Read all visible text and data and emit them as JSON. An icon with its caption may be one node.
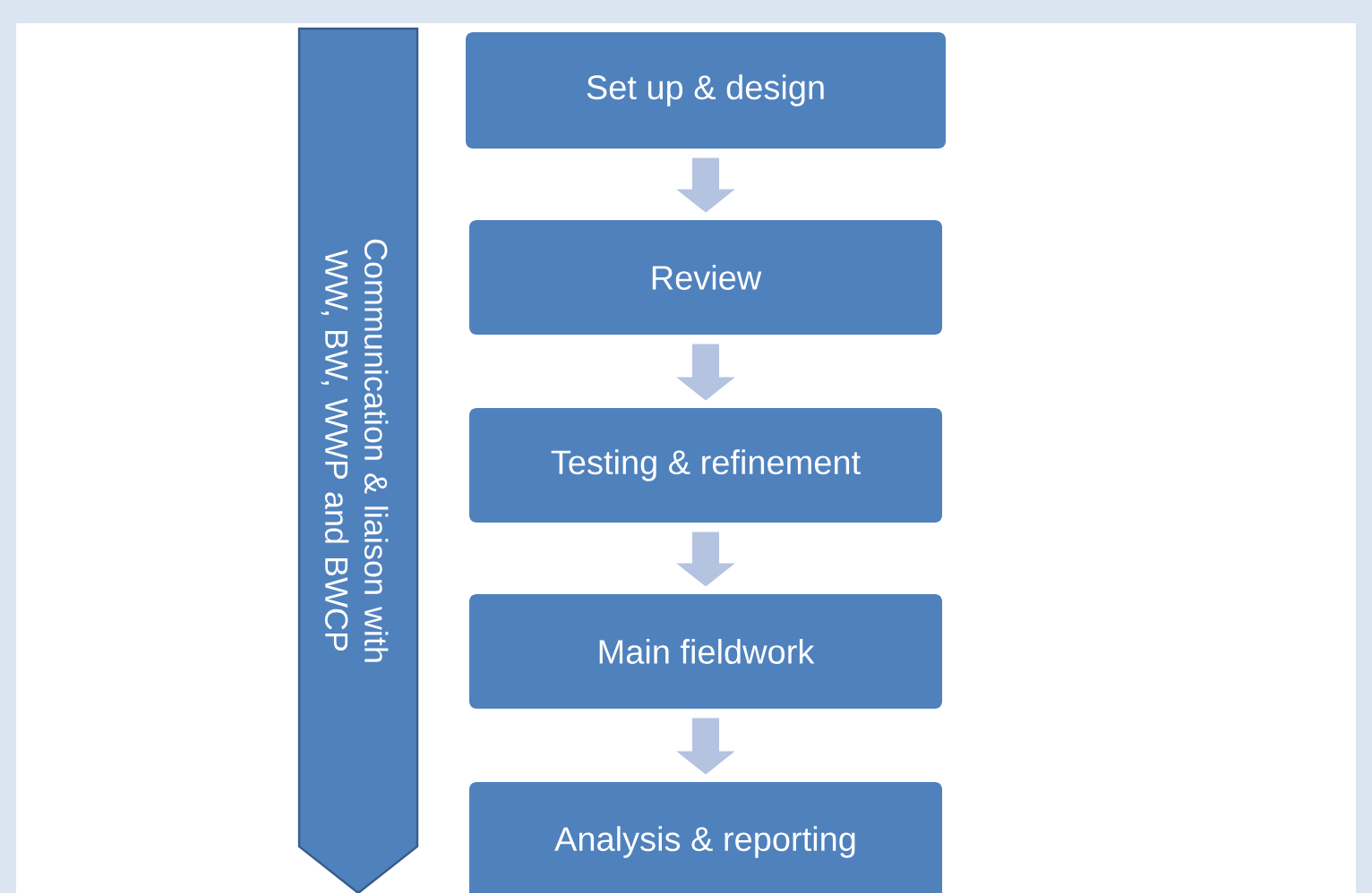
{
  "diagram": {
    "nodes": [
      {
        "text": [
          "Communication & liaison with WW, BW, WWP and BWCP"
        ]
      },
      {
        "text": [
          "Set up & design"
        ]
      },
      {
        "text": [
          "Review"
        ]
      },
      {
        "text": [
          "Testing & refinement"
        ]
      },
      {
        "text": [
          "Main fieldwork"
        ]
      },
      {
        "text": [
          "Analysis & reporting"
        ]
      }
    ],
    "edges": [
      {
        "from": 1,
        "to": 2,
        "arrow": "to"
      },
      {
        "from": 2,
        "to": 3,
        "arrow": "to"
      },
      {
        "from": 3,
        "to": 4,
        "arrow": "to"
      },
      {
        "from": 4,
        "to": 5,
        "arrow": "to"
      }
    ]
  }
}
